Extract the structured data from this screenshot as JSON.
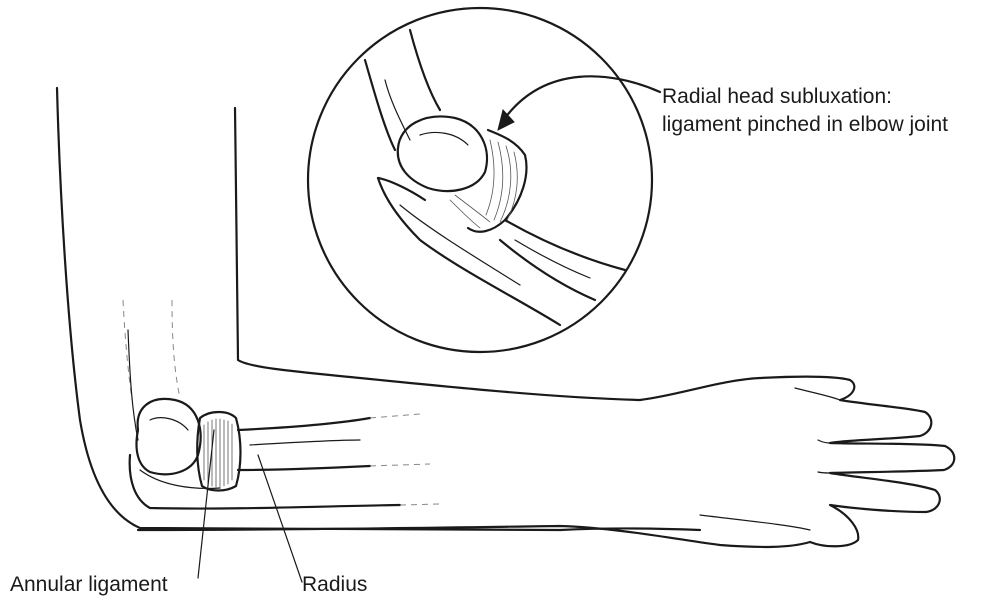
{
  "labels": {
    "subluxation_line1": "Radial head subluxation:",
    "subluxation_line2": "ligament pinched in elbow joint",
    "annular_ligament": "Annular ligament",
    "radius": "Radius"
  },
  "colors": {
    "ink": "#1a1a1a",
    "background": "#ffffff"
  }
}
